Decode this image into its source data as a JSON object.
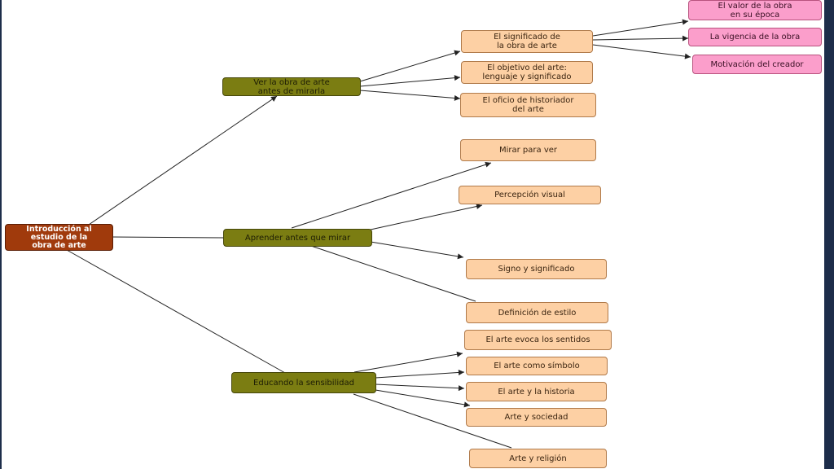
{
  "nodes": {
    "root": "Introducción al\nestudio de la\nobra de arte",
    "ver_obra": "Ver la obra de arte\nantes de mirarla",
    "aprender": "Aprender antes que mirar",
    "educando": "Educando la sensibilidad",
    "significado": "El significado de\nla obra de arte",
    "objetivo": "El objetivo del arte:\nlenguaje y significado",
    "oficio": "El oficio de historiador\ndel arte",
    "valor": "El valor de la obra\nen su época",
    "vigencia": "La vigencia de la obra",
    "motivacion": "Motivación del creador",
    "mirar_para_ver": "Mirar para ver",
    "percepcion": "Percepción visual",
    "signo": "Signo y significado",
    "definicion": "Definición de estilo",
    "evoca": "El arte evoca los sentidos",
    "simbolo": "El arte como símbolo",
    "historia": "El arte y la historia",
    "sociedad": "Arte y sociedad",
    "religion": "Arte y religión"
  },
  "colors": {
    "root": "#a03a0c",
    "level1": "#7b7d12",
    "level2": "#fdd0a4",
    "level3": "#fb9ecb",
    "connector": "#222222",
    "frame_background": "#1d2d4a"
  }
}
